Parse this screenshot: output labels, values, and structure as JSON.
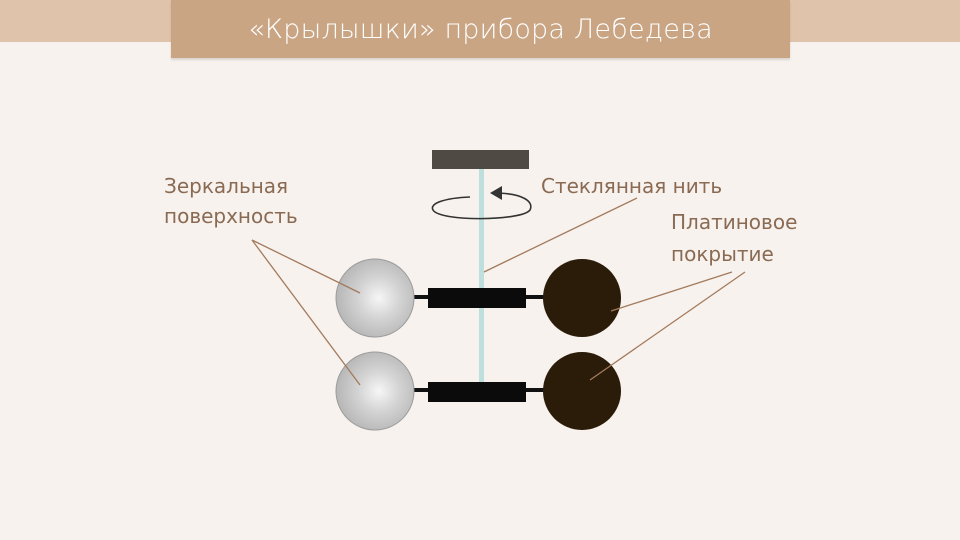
{
  "slide": {
    "title": "«Крылышки» прибора Лебедева"
  },
  "labels": {
    "mirror_line1": "Зеркальная",
    "mirror_line2": "поверхность",
    "thread": "Стеклянная нить",
    "platinum_line1": "Платиновое",
    "platinum_line2": "покрытие"
  },
  "colors": {
    "title_bg": "#c9a584",
    "band_bg": "#dfc4ab",
    "label_text": "#8a6a52",
    "leader_line": "#a37a5c",
    "thread": "#bde0dc",
    "mirror_disk": "#c8c8c8",
    "platinum_disk": "#2a1c08",
    "bar": "#0b0b0b",
    "support": "#4f4a44"
  }
}
